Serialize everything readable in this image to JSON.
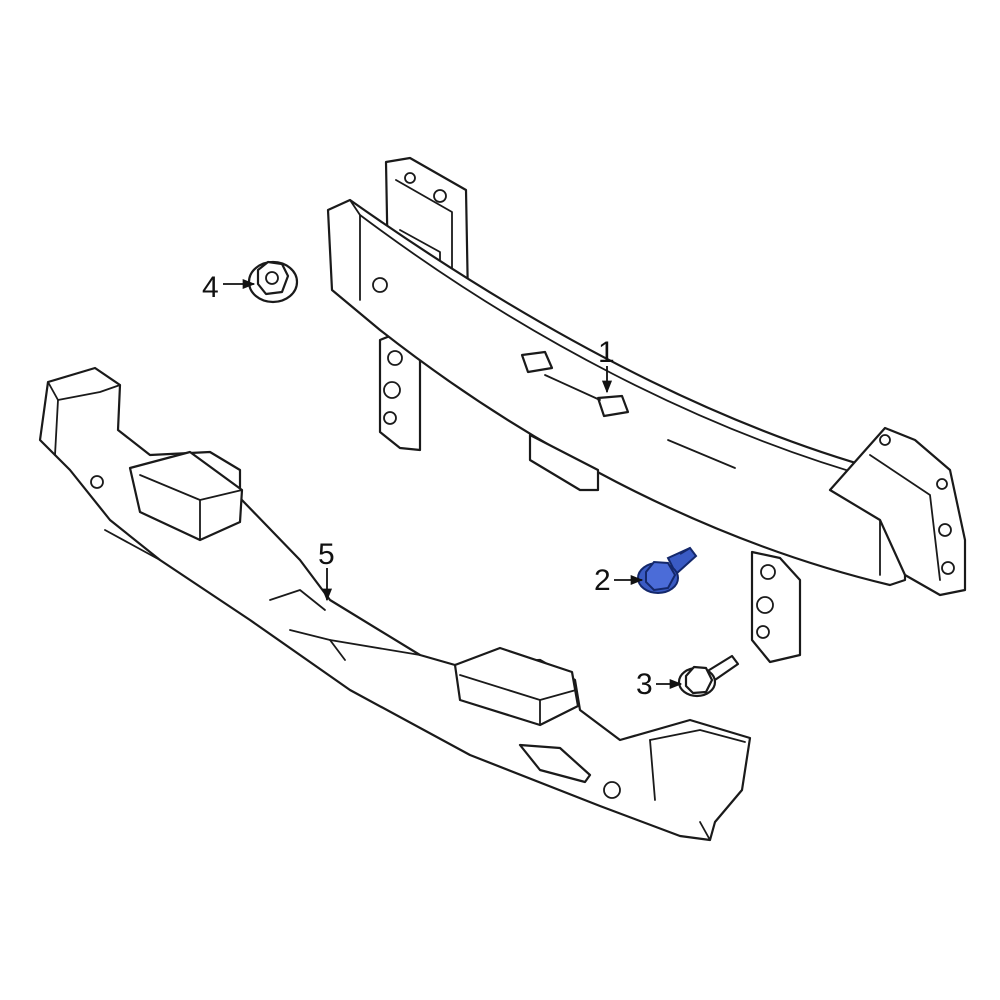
{
  "callouts": [
    {
      "id": "1",
      "label": "1"
    },
    {
      "id": "2",
      "label": "2"
    },
    {
      "id": "3",
      "label": "3"
    },
    {
      "id": "4",
      "label": "4"
    },
    {
      "id": "5",
      "label": "5"
    }
  ],
  "colors": {
    "line": "#1a1a1a",
    "highlight_part": "#3a5bc4",
    "highlight_outline": "#14286b",
    "background": "#ffffff"
  },
  "highlighted_callout": "2"
}
